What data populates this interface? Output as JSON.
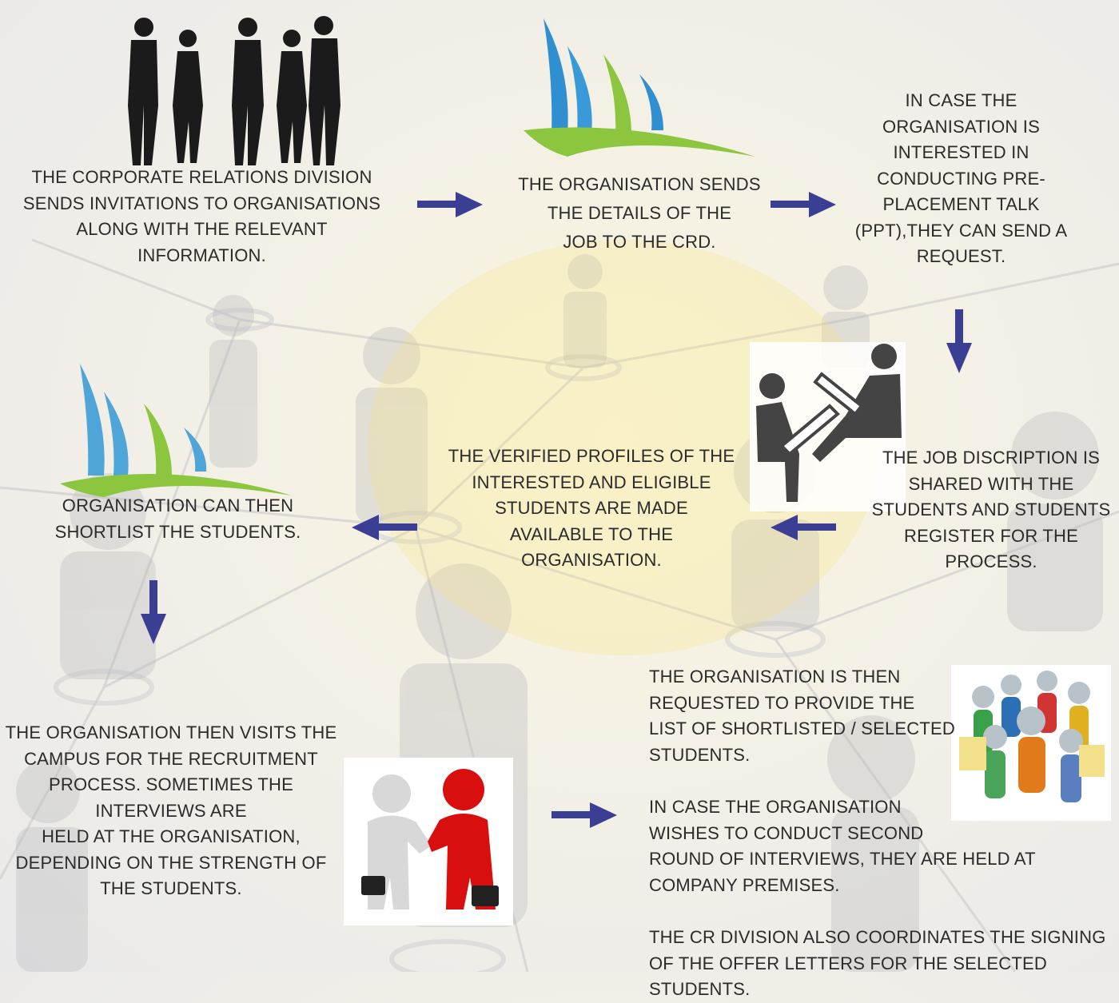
{
  "steps": {
    "step1": "THE CORPORATE RELATIONS DIVISION\nSENDS INVITATIONS TO ORGANISATIONS\nALONG WITH THE RELEVANT\nINFORMATION.",
    "step2": "THE ORGANISATION SENDS\nTHE DETAILS OF THE\nJOB TO THE CRD.",
    "step3": "IN CASE THE\nORGANISATION IS\nINTERESTED IN\nCONDUCTING PRE-\nPLACEMENT TALK\n(PPT),THEY CAN SEND A\nREQUEST.",
    "step4": "THE JOB DISCRIPTION IS\nSHARED WITH THE\nSTUDENTS AND STUDENTS\nREGISTER FOR THE\nPROCESS.",
    "step5": "THE VERIFIED PROFILES OF THE\nINTERESTED AND ELIGIBLE\nSTUDENTS ARE MADE\nAVAILABLE TO THE\nORGANISATION.",
    "step6": "ORGANISATION CAN THEN\nSHORTLIST THE STUDENTS.",
    "step7": "THE ORGANISATION THEN VISITS THE\nCAMPUS FOR THE RECRUITMENT\nPROCESS. SOMETIMES THE\nINTERVIEWS ARE\nHELD AT THE ORGANISATION,\nDEPENDING ON THE STRENGTH OF\nTHE STUDENTS.",
    "step8a": "THE ORGANISATION  IS THEN\nREQUESTED TO PROVIDE THE\nLIST OF SHORTLISTED / SELECTED\nSTUDENTS.",
    "step8b": "IN CASE THE ORGANISATION\nWISHES TO CONDUCT SECOND\nROUND OF INTERVIEWS, THEY ARE HELD AT\nCOMPANY PREMISES.",
    "step8c": "THE CR DIVISION ALSO COORDINATES THE SIGNING\nOF THE OFFER LETTERS FOR THE SELECTED STUDENTS."
  },
  "colors": {
    "arrow": "#3b3f94",
    "logo_blue": "#2f8fd0",
    "logo_green": "#8cc63f",
    "silhouette": "#1b1b1b",
    "icon_gray": "#444444",
    "figure_red": "#d90f0f",
    "figure_white": "#d8d8d8"
  },
  "icons": {
    "people": "people-silhouette-icon",
    "logo": "organisation-logo-icon",
    "meeting": "interview-meeting-icon",
    "handshake": "handshake-icon",
    "group": "team-group-icon"
  }
}
